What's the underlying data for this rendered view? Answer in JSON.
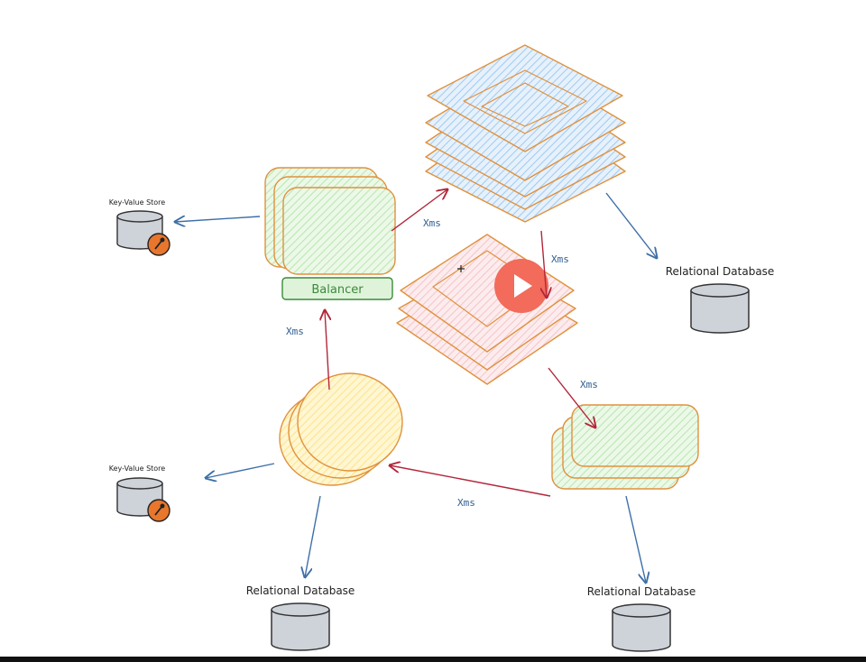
{
  "labels": {
    "kv_store_top": "Key-Value Store",
    "kv_store_bottom": "Key-Value Store",
    "relational_db_right": "Relational Database",
    "relational_db_bottom_left": "Relational Database",
    "relational_db_bottom_right": "Relational Database",
    "balancer": "Balancer",
    "xms": [
      "Xms",
      "Xms",
      "Xms",
      "Xms",
      "Xms"
    ]
  },
  "colors": {
    "orange_outline": "#e0913c",
    "blue_fill": "#9fcaf0",
    "green_fill": "#b8e6b0",
    "pink_fill": "#f5c4c8",
    "yellow_fill": "#fde48a",
    "blue_arrow": "#3d6fa8",
    "red_arrow": "#b3263a",
    "play_button": "#f26b5b",
    "balancer_green": "#3a8a3a",
    "db_fill": "#ced2d9",
    "key_badge": "#e8762c"
  },
  "icons": {
    "play": "play-icon",
    "key": "key-icon",
    "cursor": "move-cursor-icon",
    "database": "database-icon"
  }
}
